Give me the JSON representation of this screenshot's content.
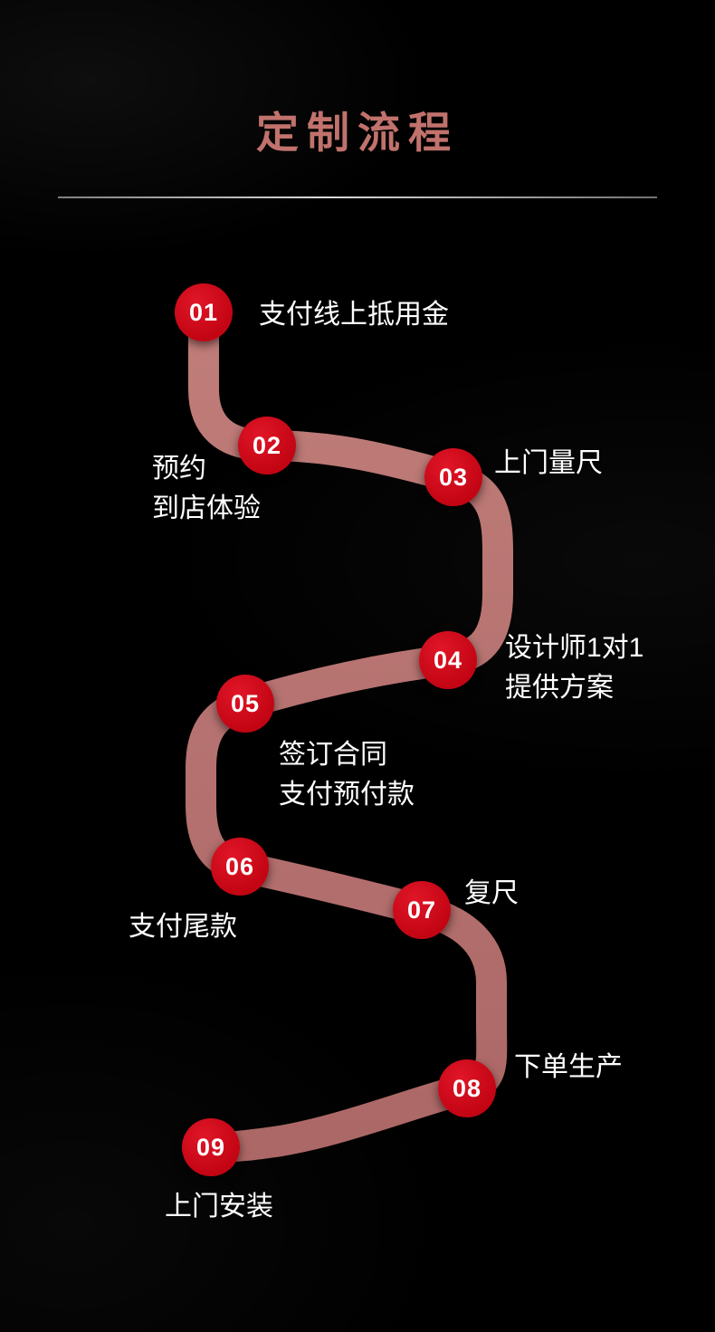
{
  "header": {
    "title": "定制流程"
  },
  "colors": {
    "background": "#000000",
    "title": "#c1726c",
    "flow_path_top": "#c07d79",
    "flow_path_bottom": "#ac6866",
    "step_circle": "#cf0d1d",
    "step_number_text": "#ffffff",
    "label_text": "#ffffff",
    "divider": "#e8e4e4"
  },
  "steps": [
    {
      "number": "01",
      "lines": [
        "支付线上抵用金"
      ]
    },
    {
      "number": "02",
      "lines": [
        "预约",
        "到店体验"
      ]
    },
    {
      "number": "03",
      "lines": [
        "上门量尺"
      ]
    },
    {
      "number": "04",
      "lines": [
        "设计师1对1",
        "提供方案"
      ]
    },
    {
      "number": "05",
      "lines": [
        "签订合同",
        "支付预付款"
      ]
    },
    {
      "number": "06",
      "lines": [
        "支付尾款"
      ]
    },
    {
      "number": "07",
      "lines": [
        "复尺"
      ]
    },
    {
      "number": "08",
      "lines": [
        "下单生产"
      ]
    },
    {
      "number": "09",
      "lines": [
        "上门安装"
      ]
    }
  ]
}
